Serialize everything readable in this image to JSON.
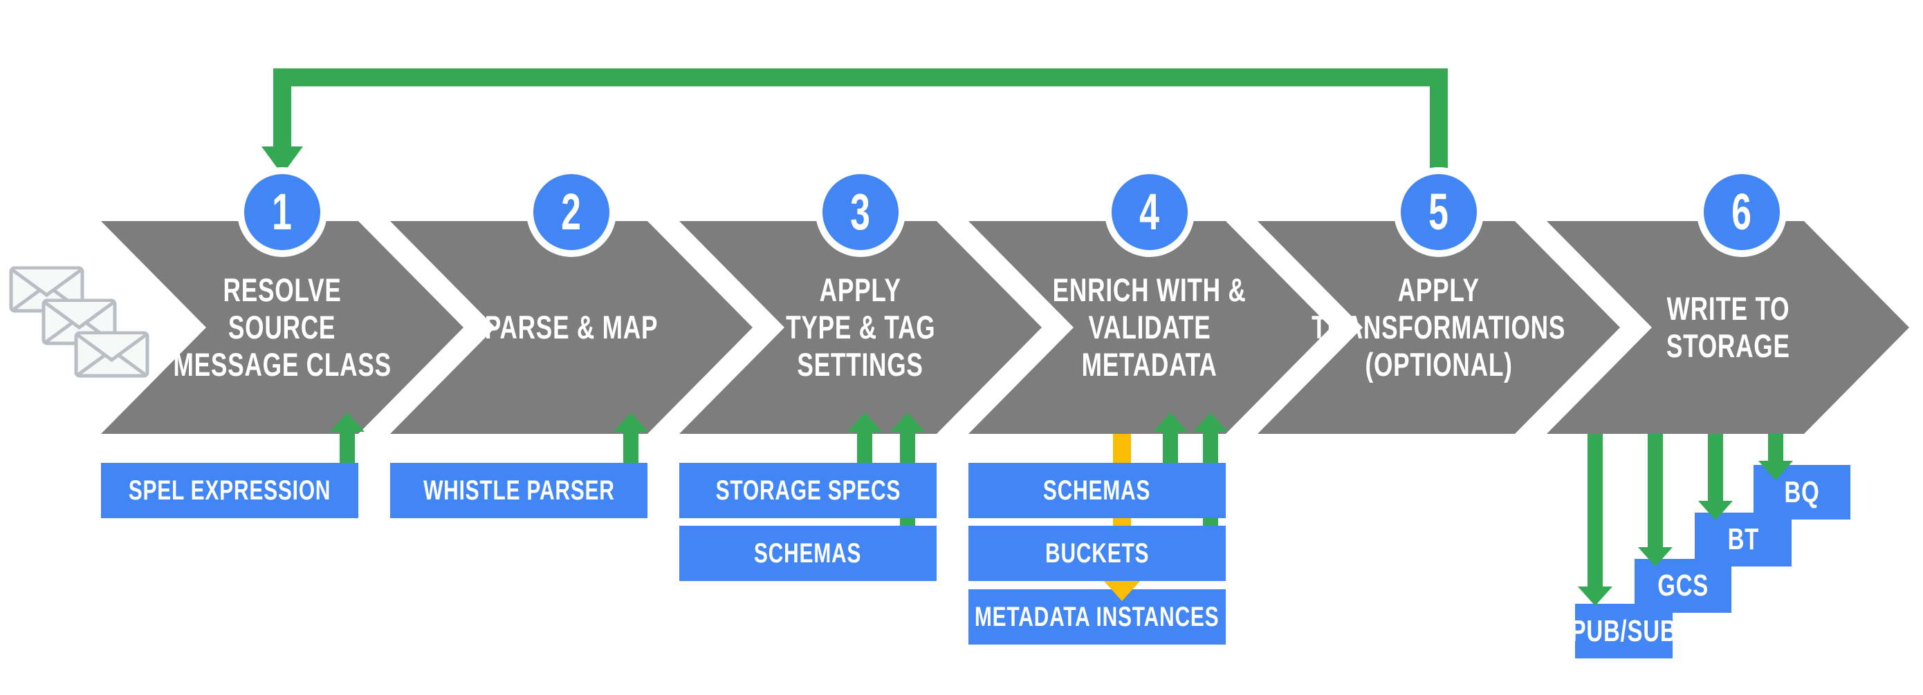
{
  "colors": {
    "gray": "#7d7d7d",
    "blue": "#4285f4",
    "green": "#34a853",
    "yellow": "#fbbc04",
    "white": "#ffffff",
    "env_stroke": "#b9bdc4",
    "env_fill": "#f7f8f8"
  },
  "steps": [
    {
      "number": "1",
      "title_lines": [
        "RESOLVE",
        "SOURCE",
        "MESSAGE CLASS"
      ]
    },
    {
      "number": "2",
      "title_lines": [
        "PARSE & MAP"
      ]
    },
    {
      "number": "3",
      "title_lines": [
        "APPLY",
        "TYPE & TAG",
        "SETTINGS"
      ]
    },
    {
      "number": "4",
      "title_lines": [
        "ENRICH WITH &",
        "VALIDATE",
        "METADATA"
      ]
    },
    {
      "number": "5",
      "title_lines": [
        "APPLY",
        "TRANSFORMATIONS",
        "(OPTIONAL)"
      ]
    },
    {
      "number": "6",
      "title_lines": [
        "WRITE TO",
        "STORAGE"
      ]
    }
  ],
  "inputs": [
    {
      "step": "1",
      "label": "SPEL EXPRESSION"
    },
    {
      "step": "2",
      "label": "WHISTLE PARSER"
    },
    {
      "step": "3",
      "label": "STORAGE SPECS"
    },
    {
      "step": "3",
      "label": "SCHEMAS"
    },
    {
      "step": "4",
      "label": "SCHEMAS"
    },
    {
      "step": "4",
      "label": "BUCKETS"
    },
    {
      "step": "4",
      "label": "METADATA INSTANCES"
    }
  ],
  "outputs": [
    {
      "label": "PUB/SUB"
    },
    {
      "label": "GCS"
    },
    {
      "label": "BT"
    },
    {
      "label": "BQ"
    }
  ],
  "icons": {
    "input_messages": "envelope-icon"
  }
}
